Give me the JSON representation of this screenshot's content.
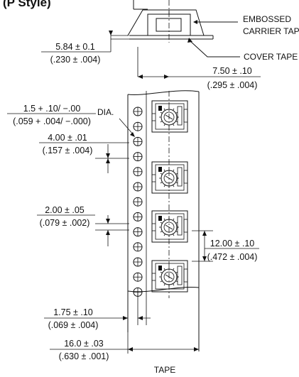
{
  "title": "(P Style)",
  "labels": {
    "embossed_line1": "EMBOSSED",
    "embossed_line2": "CARRIER TAPE",
    "cover_tape": "COVER TAPE",
    "caption": "TAPE",
    "dia": "DIA."
  },
  "dimensions": {
    "carrier_depth": {
      "mm": "5.84 ± 0.1",
      "in": "(.230 ± .004)"
    },
    "cavity_offset": {
      "mm": "7.50 ± .10",
      "in": "(.295 ± .004)"
    },
    "hole_dia": {
      "mm": "1.5 + .10/ −.00",
      "in": "(.059 + .004/ −.000)"
    },
    "hole_pitch": {
      "mm": "4.00 ± .01",
      "in": "(.157 ± .004)"
    },
    "hole_to_cavity": {
      "mm": "2.00 ± .05",
      "in": "(.079 ± .002)"
    },
    "cavity_pitch": {
      "mm": "12.00 ± .10",
      "in": "(.472 ± .004)"
    },
    "edge_to_hole": {
      "mm": "1.75 ± .10",
      "in": "(.069 ± .004)"
    },
    "tape_width": {
      "mm": "16.0 ± .03",
      "in": "(.630 ± .001)"
    }
  }
}
